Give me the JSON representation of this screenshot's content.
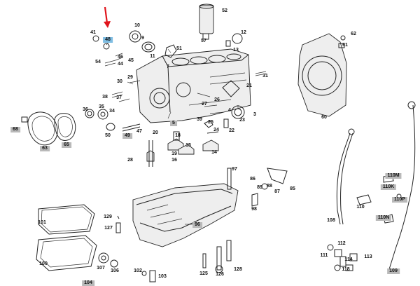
{
  "diagram": {
    "highlight_color": "#b9b9b9",
    "selected_color": "#7fbde2",
    "arrow_color": "#e0141b",
    "selected_part": "48",
    "labels": [
      {
        "id": "41",
        "text": "41"
      },
      {
        "id": "48",
        "text": "48",
        "selected": true
      },
      {
        "id": "10",
        "text": "10"
      },
      {
        "id": "9",
        "text": "9"
      },
      {
        "id": "52",
        "text": "52"
      },
      {
        "id": "12",
        "text": "12"
      },
      {
        "id": "57",
        "text": "57"
      },
      {
        "id": "13",
        "text": "13"
      },
      {
        "id": "11",
        "text": "11"
      },
      {
        "id": "51",
        "text": "51"
      },
      {
        "id": "54",
        "text": "54"
      },
      {
        "id": "46",
        "text": "46"
      },
      {
        "id": "45",
        "text": "45"
      },
      {
        "id": "44",
        "text": "44"
      },
      {
        "id": "7",
        "text": "7"
      },
      {
        "id": "29",
        "text": "29"
      },
      {
        "id": "30",
        "text": "30"
      },
      {
        "id": "31",
        "text": "31"
      },
      {
        "id": "21",
        "text": "21"
      },
      {
        "id": "38",
        "text": "38"
      },
      {
        "id": "37",
        "text": "37"
      },
      {
        "id": "36",
        "text": "36"
      },
      {
        "id": "35",
        "text": "35"
      },
      {
        "id": "34",
        "text": "34"
      },
      {
        "id": "26",
        "text": "26"
      },
      {
        "id": "27",
        "text": "27"
      },
      {
        "id": "4",
        "text": "4"
      },
      {
        "id": "3",
        "text": "3"
      },
      {
        "id": "23",
        "text": "23"
      },
      {
        "id": "22",
        "text": "22"
      },
      {
        "id": "39",
        "text": "39"
      },
      {
        "id": "25",
        "text": "25"
      },
      {
        "id": "24",
        "text": "24"
      },
      {
        "id": "5",
        "text": "5",
        "highlight": true
      },
      {
        "id": "50",
        "text": "50"
      },
      {
        "id": "49",
        "text": "49",
        "highlight": true
      },
      {
        "id": "47",
        "text": "47"
      },
      {
        "id": "20",
        "text": "20"
      },
      {
        "id": "18",
        "text": "18"
      },
      {
        "id": "19",
        "text": "19"
      },
      {
        "id": "15",
        "text": "15"
      },
      {
        "id": "16",
        "text": "16"
      },
      {
        "id": "14",
        "text": "14"
      },
      {
        "id": "28",
        "text": "28"
      },
      {
        "id": "68",
        "text": "68",
        "highlight": true
      },
      {
        "id": "63",
        "text": "63",
        "highlight": true
      },
      {
        "id": "65",
        "text": "65",
        "highlight": true
      },
      {
        "id": "62",
        "text": "62"
      },
      {
        "id": "61",
        "text": "61"
      },
      {
        "id": "60",
        "text": "60"
      },
      {
        "id": "97",
        "text": "97"
      },
      {
        "id": "86",
        "text": "86"
      },
      {
        "id": "89",
        "text": "89"
      },
      {
        "id": "88",
        "text": "88"
      },
      {
        "id": "87",
        "text": "87"
      },
      {
        "id": "85",
        "text": "85"
      },
      {
        "id": "98",
        "text": "98"
      },
      {
        "id": "96",
        "text": "96",
        "highlight": true
      },
      {
        "id": "101",
        "text": "101"
      },
      {
        "id": "100",
        "text": "100"
      },
      {
        "id": "129",
        "text": "129"
      },
      {
        "id": "127",
        "text": "127"
      },
      {
        "id": "107",
        "text": "107"
      },
      {
        "id": "106",
        "text": "106"
      },
      {
        "id": "102",
        "text": "102"
      },
      {
        "id": "103",
        "text": "103"
      },
      {
        "id": "104",
        "text": "104",
        "highlight": true
      },
      {
        "id": "125",
        "text": "125"
      },
      {
        "id": "126",
        "text": "126"
      },
      {
        "id": "128",
        "text": "128"
      },
      {
        "id": "108",
        "text": "108"
      },
      {
        "id": "110M",
        "text": "110M",
        "highlight": true
      },
      {
        "id": "110K",
        "text": "110K",
        "highlight": true
      },
      {
        "id": "110P",
        "text": "110P",
        "highlight": true
      },
      {
        "id": "110",
        "text": "110"
      },
      {
        "id": "110N",
        "text": "110N",
        "highlight": true
      },
      {
        "id": "112",
        "text": "112"
      },
      {
        "id": "111",
        "text": "111"
      },
      {
        "id": "113",
        "text": "113"
      },
      {
        "id": "114",
        "text": "114"
      },
      {
        "id": "118",
        "text": "118"
      },
      {
        "id": "109",
        "text": "109",
        "highlight": true
      }
    ]
  }
}
